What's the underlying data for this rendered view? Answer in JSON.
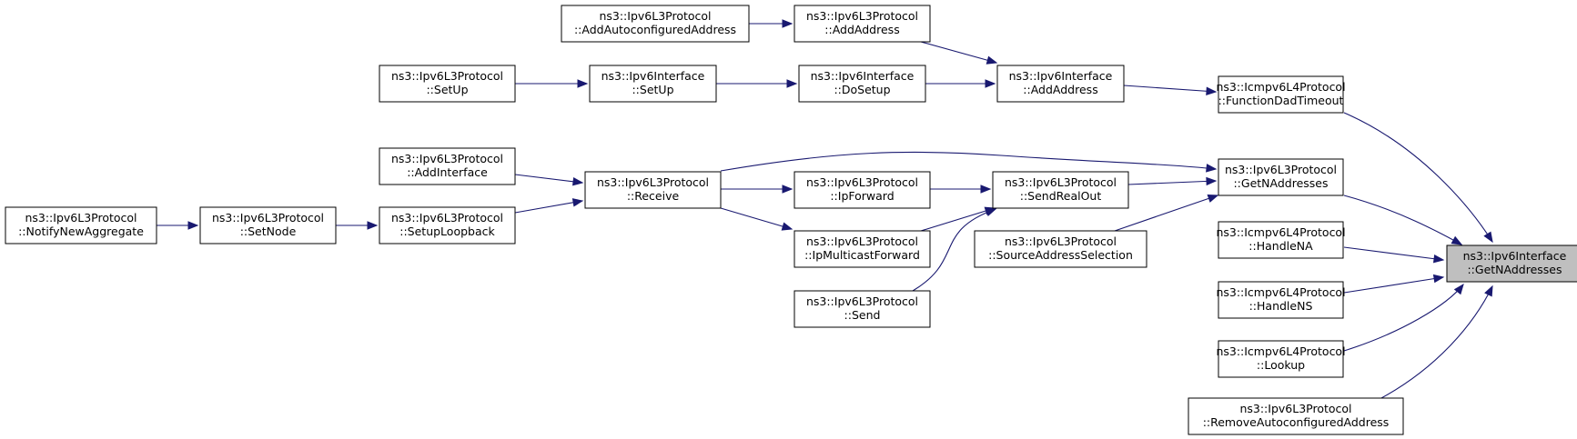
{
  "diagram": {
    "nodes": [
      {
        "id": "ipv6if_getnaddresses",
        "line1": "ns3::Ipv6Interface",
        "line2": "::GetNAddresses",
        "highlight": true
      },
      {
        "id": "icmp_functiondadtimeout",
        "line1": "ns3::Icmpv6L4Protocol",
        "line2": "::FunctionDadTimeout"
      },
      {
        "id": "ipv6l3_getnaddresses",
        "line1": "ns3::Ipv6L3Protocol",
        "line2": "::GetNAddresses"
      },
      {
        "id": "icmp_handlena",
        "line1": "ns3::Icmpv6L4Protocol",
        "line2": "::HandleNA"
      },
      {
        "id": "icmp_handlens",
        "line1": "ns3::Icmpv6L4Protocol",
        "line2": "::HandleNS"
      },
      {
        "id": "icmp_lookup",
        "line1": "ns3::Icmpv6L4Protocol",
        "line2": "::Lookup"
      },
      {
        "id": "ipv6l3_removeautoconf",
        "line1": "ns3::Ipv6L3Protocol",
        "line2": "::RemoveAutoconfiguredAddress"
      },
      {
        "id": "ipv6if_addaddress",
        "line1": "ns3::Ipv6Interface",
        "line2": "::AddAddress"
      },
      {
        "id": "ipv6l3_addaddress",
        "line1": "ns3::Ipv6L3Protocol",
        "line2": "::AddAddress"
      },
      {
        "id": "ipv6l3_addautoconf",
        "line1": "ns3::Ipv6L3Protocol",
        "line2": "::AddAutoconfiguredAddress"
      },
      {
        "id": "ipv6if_dosetup",
        "line1": "ns3::Ipv6Interface",
        "line2": "::DoSetup"
      },
      {
        "id": "ipv6if_setup",
        "line1": "ns3::Ipv6Interface",
        "line2": "::SetUp"
      },
      {
        "id": "ipv6l3_setup",
        "line1": "ns3::Ipv6L3Protocol",
        "line2": "::SetUp"
      },
      {
        "id": "ipv6l3_receive",
        "line1": "ns3::Ipv6L3Protocol",
        "line2": "::Receive"
      },
      {
        "id": "ipv6l3_sendrealout",
        "line1": "ns3::Ipv6L3Protocol",
        "line2": "::SendRealOut"
      },
      {
        "id": "ipv6l3_sourceaddrsel",
        "line1": "ns3::Ipv6L3Protocol",
        "line2": "::SourceAddressSelection"
      },
      {
        "id": "ipv6l3_ipforward",
        "line1": "ns3::Ipv6L3Protocol",
        "line2": "::IpForward"
      },
      {
        "id": "ipv6l3_ipmulticastforward",
        "line1": "ns3::Ipv6L3Protocol",
        "line2": "::IpMulticastForward"
      },
      {
        "id": "ipv6l3_send",
        "line1": "ns3::Ipv6L3Protocol",
        "line2": "::Send"
      },
      {
        "id": "ipv6l3_addinterface",
        "line1": "ns3::Ipv6L3Protocol",
        "line2": "::AddInterface"
      },
      {
        "id": "ipv6l3_setuploopback",
        "line1": "ns3::Ipv6L3Protocol",
        "line2": "::SetupLoopback"
      },
      {
        "id": "ipv6l3_setnode",
        "line1": "ns3::Ipv6L3Protocol",
        "line2": "::SetNode"
      },
      {
        "id": "ipv6l3_notifynewaggregate",
        "line1": "ns3::Ipv6L3Protocol",
        "line2": "::NotifyNewAggregate"
      }
    ],
    "edges": [
      {
        "from": "icmp_functiondadtimeout",
        "to": "ipv6if_getnaddresses"
      },
      {
        "from": "ipv6l3_getnaddresses",
        "to": "ipv6if_getnaddresses"
      },
      {
        "from": "icmp_handlena",
        "to": "ipv6if_getnaddresses"
      },
      {
        "from": "icmp_handlens",
        "to": "ipv6if_getnaddresses"
      },
      {
        "from": "icmp_lookup",
        "to": "ipv6if_getnaddresses"
      },
      {
        "from": "ipv6l3_removeautoconf",
        "to": "ipv6if_getnaddresses"
      },
      {
        "from": "ipv6if_addaddress",
        "to": "icmp_functiondadtimeout"
      },
      {
        "from": "ipv6l3_addaddress",
        "to": "ipv6if_addaddress"
      },
      {
        "from": "ipv6if_dosetup",
        "to": "ipv6if_addaddress"
      },
      {
        "from": "ipv6l3_addautoconf",
        "to": "ipv6l3_addaddress"
      },
      {
        "from": "ipv6if_setup",
        "to": "ipv6if_dosetup"
      },
      {
        "from": "ipv6l3_setup",
        "to": "ipv6if_setup"
      },
      {
        "from": "ipv6l3_receive",
        "to": "ipv6l3_getnaddresses"
      },
      {
        "from": "ipv6l3_sendrealout",
        "to": "ipv6l3_getnaddresses"
      },
      {
        "from": "ipv6l3_sourceaddrsel",
        "to": "ipv6l3_getnaddresses"
      },
      {
        "from": "ipv6l3_ipforward",
        "to": "ipv6l3_sendrealout"
      },
      {
        "from": "ipv6l3_ipmulticastforward",
        "to": "ipv6l3_sendrealout"
      },
      {
        "from": "ipv6l3_send",
        "to": "ipv6l3_sendrealout"
      },
      {
        "from": "ipv6l3_receive",
        "to": "ipv6l3_ipforward"
      },
      {
        "from": "ipv6l3_receive",
        "to": "ipv6l3_ipmulticastforward"
      },
      {
        "from": "ipv6l3_addinterface",
        "to": "ipv6l3_receive"
      },
      {
        "from": "ipv6l3_setuploopback",
        "to": "ipv6l3_receive"
      },
      {
        "from": "ipv6l3_setnode",
        "to": "ipv6l3_setuploopback"
      },
      {
        "from": "ipv6l3_notifynewaggregate",
        "to": "ipv6l3_setnode"
      }
    ],
    "colors": {
      "edge": "#191970",
      "highlight_fill": "#bfbfbf",
      "node_fill": "#ffffff",
      "node_border": "#000000"
    }
  }
}
